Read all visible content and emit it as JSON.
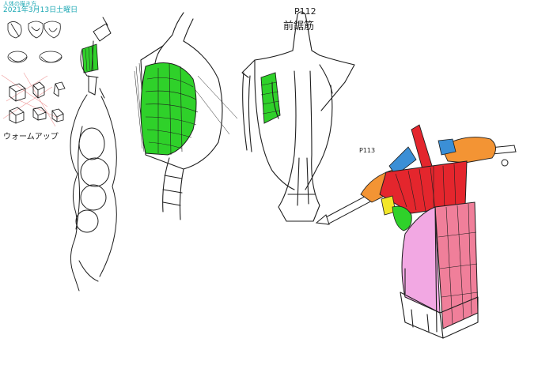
{
  "header": {
    "title": "人体の描き方",
    "date": "2021年3月13日土曜日"
  },
  "notes": {
    "page_a": "P112",
    "muscle": "前鋸筋",
    "page_b": "P113",
    "warmup": "ウォームアップ"
  },
  "colors": {
    "header_text": "#1aa7b3",
    "muscle_green": "#2fd12a",
    "red": "#e4262d",
    "orange": "#f39434",
    "blue": "#3b8fd6",
    "pink": "#f07f9a",
    "light_pink": "#f2a8e3",
    "yellow": "#f2e628"
  }
}
